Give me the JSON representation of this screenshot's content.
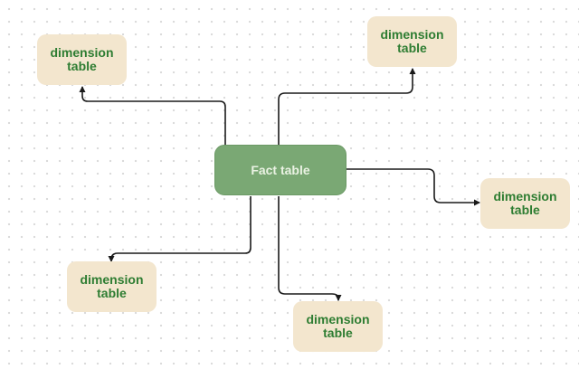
{
  "diagram": {
    "fact_table": {
      "label": "Fact table"
    },
    "dimension_tables": [
      {
        "id": "dim-top-left",
        "label": "dimension\ntable"
      },
      {
        "id": "dim-top-right",
        "label": "dimension\ntable"
      },
      {
        "id": "dim-right",
        "label": "dimension\ntable"
      },
      {
        "id": "dim-bottom-left",
        "label": "dimension\ntable"
      },
      {
        "id": "dim-bottom-center",
        "label": "dimension\ntable"
      }
    ],
    "colors": {
      "canvas_background": "#ffffff",
      "grid_dot": "#d9d9d9",
      "fact_fill": "#7aa874",
      "fact_text": "#eaf2e3",
      "dimension_fill": "#f3e6ce",
      "dimension_text": "#2e7d32",
      "connector": "#1a1a1a"
    }
  }
}
